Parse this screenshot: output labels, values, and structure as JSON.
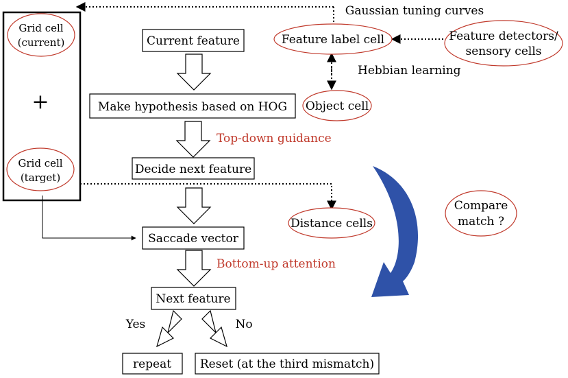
{
  "grid_current": [
    "Grid cell",
    "(current)"
  ],
  "plus": "+",
  "grid_target": [
    "Grid cell",
    "(target)"
  ],
  "current_feature": "Current feature",
  "hypothesis": "Make hypothesis based on HOG",
  "decide_next": "Decide next feature",
  "saccade": "Saccade vector",
  "next_feature": "Next feature",
  "repeat": "repeat",
  "reset": "Reset (at the third mismatch)",
  "yes": "Yes",
  "no": "No",
  "top_down": "Top-down guidance",
  "bottom_up": "Bottom-up attention",
  "gaussian": "Gaussian tuning curves",
  "feature_label_cell": "Feature label cell",
  "feature_detectors": [
    "Feature detectors/",
    "sensory cells"
  ],
  "hebbian": "Hebbian learning",
  "object_cell": "Object cell",
  "distance_cells": "Distance cells",
  "compare_match": [
    "Compare",
    "match ?"
  ],
  "colors": {
    "annotation_red": "#c0392b",
    "loop_arrow_blue": "#2f52a8"
  }
}
